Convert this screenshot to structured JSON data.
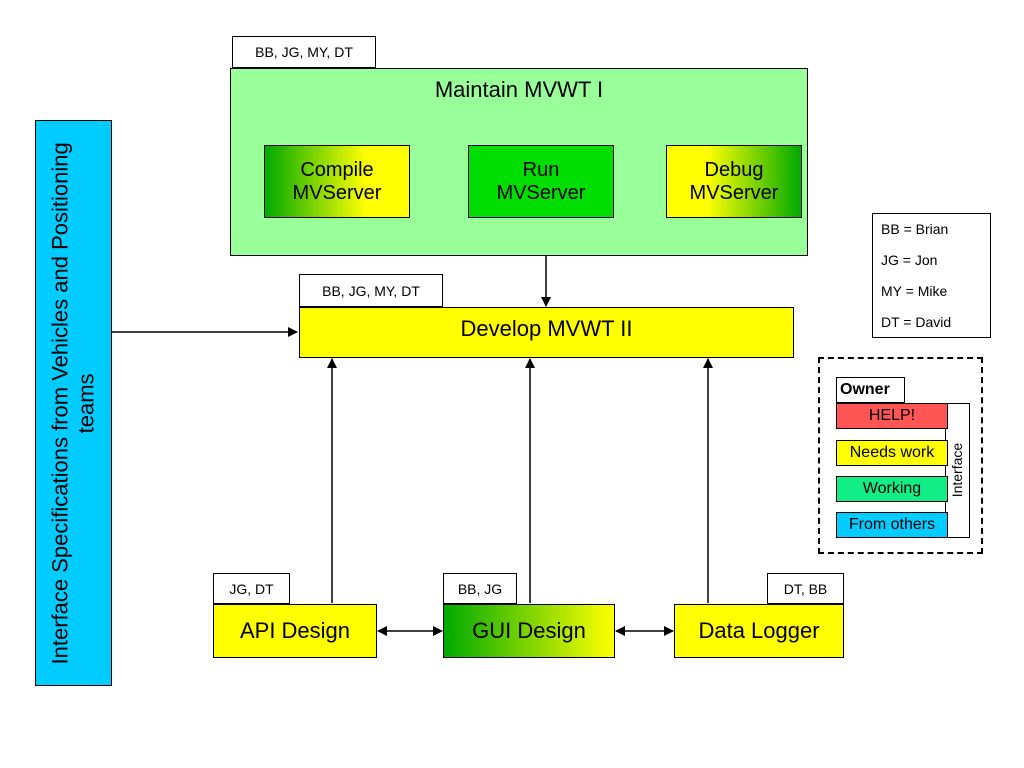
{
  "colors": {
    "maintain_bg": "#99ff99",
    "run_bg": "#00dd00",
    "yellow": "#ffff00",
    "help": "#ff5555",
    "working": "#11ee88",
    "from_others": "#00ccff",
    "gradient_green": "#00aa00"
  },
  "maintain": {
    "owners": "BB, JG, MY, DT",
    "title": "Maintain MVWT I",
    "compile": "Compile\nMVServer",
    "run": "Run\nMVServer",
    "debug": "Debug\nMVServer"
  },
  "develop": {
    "owners": "BB, JG, MY, DT",
    "title": "Develop MVWT II"
  },
  "interface_spec": "Interface Specifications from Vehicles and Positioning teams",
  "api": {
    "owners": "JG, DT",
    "title": "API Design"
  },
  "gui": {
    "owners": "BB, JG",
    "title": "GUI Design"
  },
  "logger": {
    "owners": "DT, BB",
    "title": "Data Logger"
  },
  "people_key": {
    "items": [
      "BB = Brian",
      "JG = Jon",
      "MY = Mike",
      "DT = David"
    ]
  },
  "legend": {
    "owner": "Owner",
    "help": "HELP!",
    "needs_work": "Needs work",
    "working": "Working",
    "from_others": "From others",
    "interface": "Interface"
  }
}
